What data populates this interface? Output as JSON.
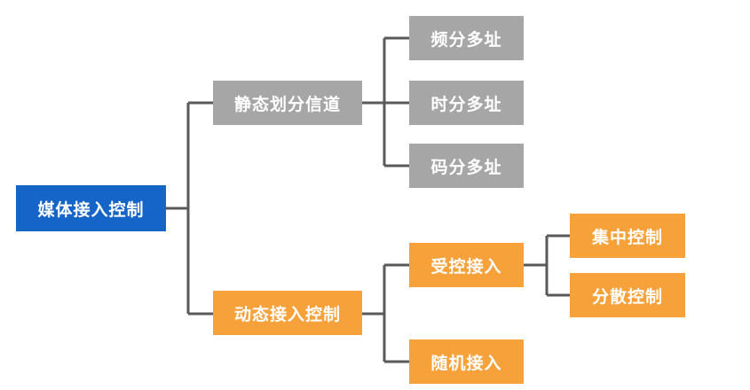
{
  "colors": {
    "root": "#1565c9",
    "static_branch": "#a6a6a6",
    "dynamic_branch": "#f7a13a",
    "connector": "#595959"
  },
  "diagram": {
    "root": {
      "label": "媒体接入控制"
    },
    "static": {
      "label": "静态划分信道",
      "children": [
        {
          "label": "频分多址"
        },
        {
          "label": "时分多址"
        },
        {
          "label": "码分多址"
        }
      ]
    },
    "dynamic": {
      "label": "动态接入控制",
      "controlled": {
        "label": "受控接入",
        "children": [
          {
            "label": "集中控制"
          },
          {
            "label": "分散控制"
          }
        ]
      },
      "random": {
        "label": "随机接入"
      }
    }
  }
}
